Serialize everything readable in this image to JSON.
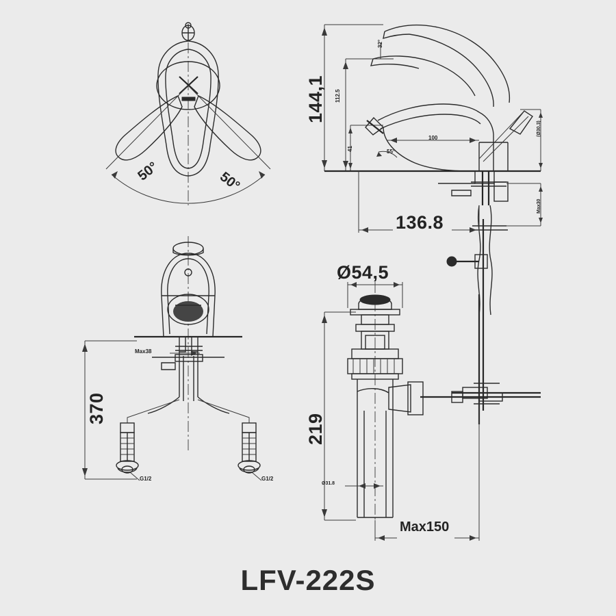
{
  "sheet": {
    "title": "LFV-222S",
    "background_color": "#ebebeb",
    "line_color": "#2b2b2b"
  },
  "views": {
    "top_view": {
      "name": "top-view",
      "angle_left": "50°",
      "angle_right": "50°"
    },
    "side_view": {
      "name": "side-view",
      "height_total": "144,1",
      "height_spout": "112.5",
      "reach": "136.8",
      "height_lever": "41",
      "spout_length": "100",
      "lever_angle": "55°",
      "handle_lift_angle": "32°",
      "body_depth": "(Ø30.3)",
      "deck_thickness": "Max30"
    },
    "front_view": {
      "name": "front-view",
      "hose_length": "370",
      "deck_max": "Max38",
      "inlet_left": "G1/2",
      "inlet_right": "G1/2"
    },
    "drain_view": {
      "name": "drain-assembly-view",
      "flange_diameter": "Ø54,5",
      "height": "219",
      "tail_diameter": "Ø31.8",
      "rod_max": "Max150"
    }
  }
}
